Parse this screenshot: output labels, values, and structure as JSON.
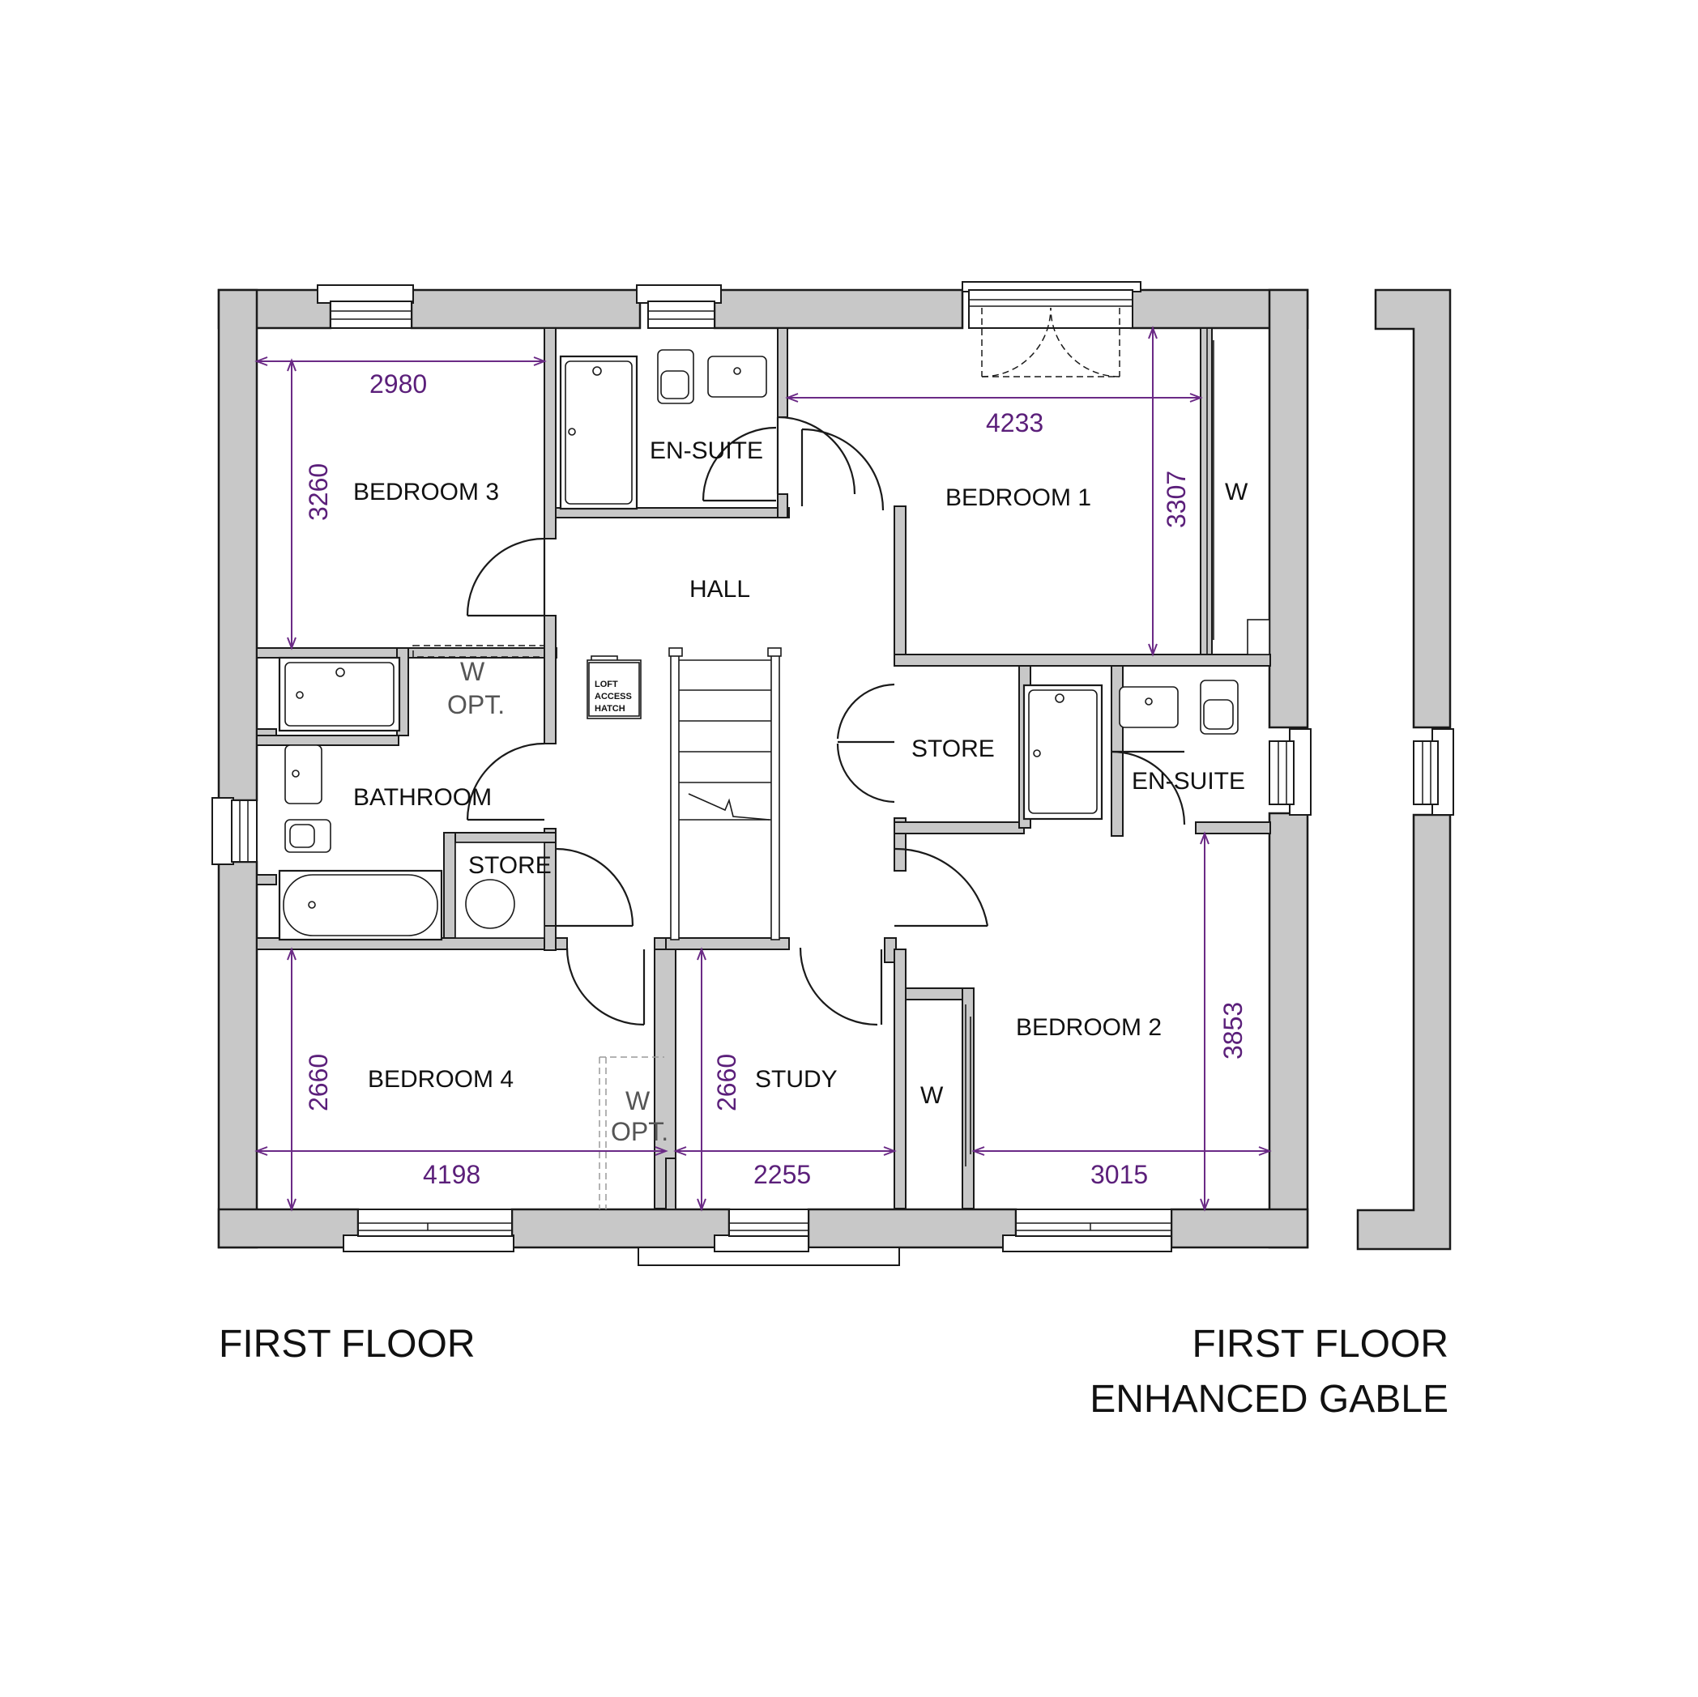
{
  "rooms": {
    "bedroom3": "BEDROOM 3",
    "ensuite_top": "EN-SUITE",
    "bedroom1": "BEDROOM 1",
    "w_bed1": "W",
    "hall": "HALL",
    "bathroom": "BATHROOM",
    "w_opt_top_w": "W",
    "w_opt_top_opt": "OPT.",
    "store_mid": "STORE",
    "ensuite_right": "EN-SUITE",
    "store_bath": "STORE",
    "bedroom4": "BEDROOM 4",
    "w_opt_bottom_w": "W",
    "w_opt_bottom_opt": "OPT.",
    "study": "STUDY",
    "w_bed2": "W",
    "bedroom2": "BEDROOM 2"
  },
  "loft_hatch": [
    "LOFT",
    "ACCESS",
    "HATCH"
  ],
  "dimensions": {
    "bed3_width": "2980",
    "bed3_depth": "3260",
    "bed1_width": "4233",
    "bed1_depth": "3307",
    "bed4_width": "4198",
    "bed4_depth": "2660",
    "study_width": "2255",
    "study_depth": "2660",
    "bed2_width": "3015",
    "bed2_depth": "3853"
  },
  "captions": {
    "left": "FIRST FLOOR",
    "right_line1": "FIRST FLOOR",
    "right_line2": "ENHANCED GABLE"
  },
  "colors": {
    "wall_fill": "#c8c8c8",
    "dimension": "#6b2a86",
    "line": "#1a1a1a",
    "background": "#ffffff"
  }
}
